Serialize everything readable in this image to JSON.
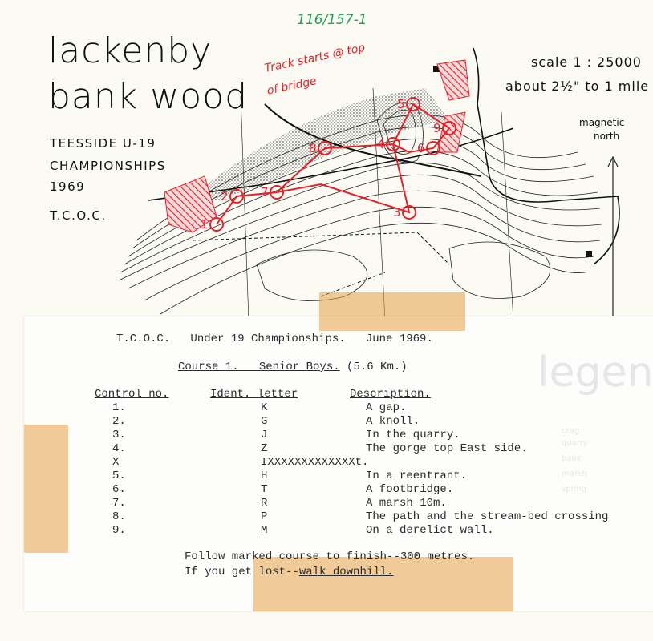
{
  "ref_number": "116/157-1",
  "header": {
    "title_line1": "lackenby",
    "title_line2": "bank wood",
    "event_lines": [
      "TEESSIDE  U-19",
      "CHAMPIONSHIPS",
      "1969",
      "T.C.O.C."
    ]
  },
  "scale": {
    "line1": "scale  1 : 25000",
    "line2": "about  2½\" to 1 mile"
  },
  "north": {
    "label_line1": "magnetic",
    "label_line2": "north"
  },
  "annotation": {
    "line1": "Track starts @ top",
    "line2": "of bridge"
  },
  "map": {
    "course_color": "#e8202a",
    "controls": [
      "1",
      "2",
      "3",
      "4",
      "5",
      "6",
      "7",
      "8",
      "9"
    ]
  },
  "sheet": {
    "title": "T.C.O.C.   Under 19 Championships.   June 1969.",
    "course_name": "Course 1.   Senior Boys.",
    "course_length": "(5.6 Km.)",
    "columns": [
      "Control no.",
      "Ident. letter",
      "Description."
    ],
    "rows": [
      {
        "no": "1.",
        "letter": "K",
        "desc": "A gap."
      },
      {
        "no": "2.",
        "letter": "G",
        "desc": "A knoll."
      },
      {
        "no": "3.",
        "letter": "J",
        "desc": "In the quarry."
      },
      {
        "no": "4.",
        "letter": "Z",
        "desc": "The gorge top East side."
      },
      {
        "no": "X",
        "letter": "IXXXXXXXXXXXXXt.",
        "desc": ""
      },
      {
        "no": "5.",
        "letter": "H",
        "desc": "In a reentrant."
      },
      {
        "no": "6.",
        "letter": "T",
        "desc": "A footbridge."
      },
      {
        "no": "7.",
        "letter": "R",
        "desc": "A marsh 10m."
      },
      {
        "no": "8.",
        "letter": "P",
        "desc": "The path and the stream-bed crossing"
      },
      {
        "no": "9.",
        "letter": "M",
        "desc": "On a derelict wall."
      }
    ],
    "footer_line1": "Follow marked course to finish--300 metres.",
    "footer_line2_prefix": "If you get lost--",
    "footer_line2_underlined": "walk downhill."
  },
  "show_through": {
    "legend_title": "legend",
    "legend_items": [
      "crag",
      "quarry",
      "bank",
      "marsh",
      "spring"
    ]
  }
}
